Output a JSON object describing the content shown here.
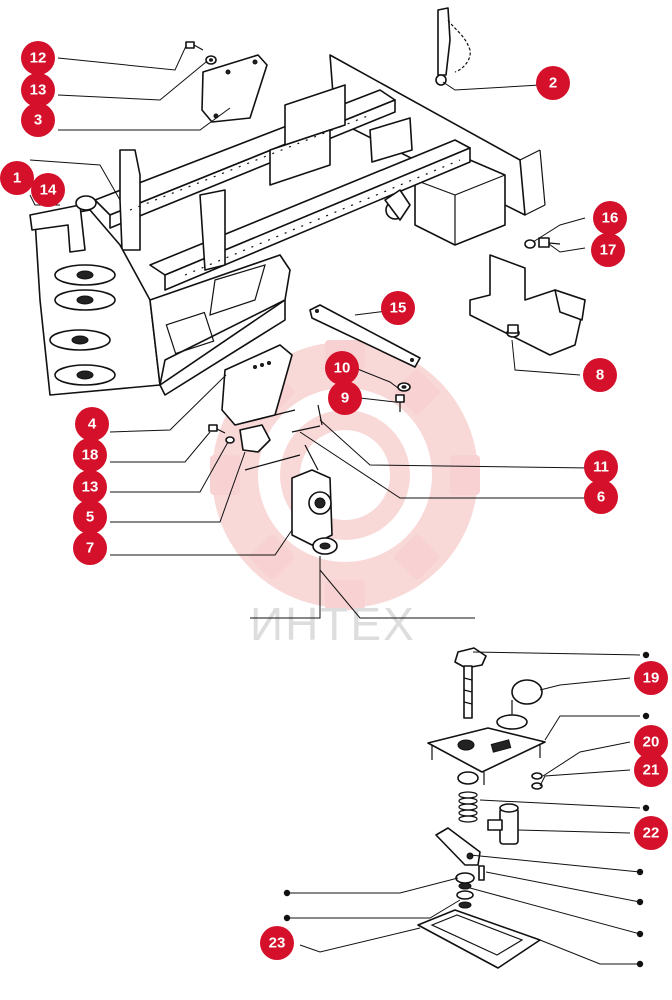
{
  "diagram": {
    "watermark_text": "ИНТЕХ",
    "accent_color": "#d4102a",
    "callouts": [
      "1",
      "2",
      "3",
      "4",
      "5",
      "6",
      "7",
      "8",
      "9",
      "10",
      "11",
      "12",
      "13",
      "13",
      "14",
      "15",
      "16",
      "17",
      "18",
      "19",
      "20",
      "21",
      "22",
      "23"
    ]
  }
}
